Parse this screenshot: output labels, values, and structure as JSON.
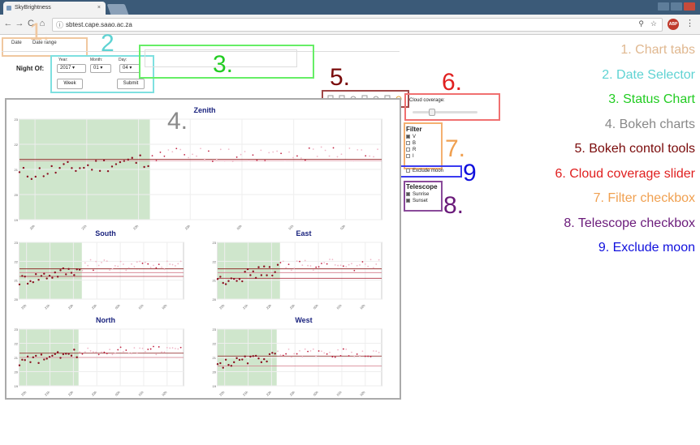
{
  "browser": {
    "tab_title": "SkyBrightness",
    "tab_close": "×",
    "url": "sbtest.cape.saao.ac.za",
    "back_icon": "←",
    "forward_icon": "→",
    "reload_icon": "C",
    "home_icon": "⌂",
    "info_icon": "ⓘ",
    "zoom_icon": "⚲",
    "star_icon": "☆",
    "extension_label": "ABP",
    "menu_icon": "⋮"
  },
  "chart_tabs": [
    "Date",
    "Date range"
  ],
  "date_selector": {
    "night_of_label": "Night Of:",
    "year_label": "Year:",
    "year_value": "2017",
    "month_label": "Month:",
    "month_value": "01",
    "day_label": "Day:",
    "day_value": "04",
    "week_button": "Week",
    "submit_button": "Submit"
  },
  "cloud_coverage_label": "Cloud coverage:",
  "cloud_coverage_value": 0.3,
  "filter": {
    "title": "Filter",
    "options": [
      {
        "label": "V",
        "checked": true
      },
      {
        "label": "B",
        "checked": false
      },
      {
        "label": "R",
        "checked": false
      },
      {
        "label": "I",
        "checked": false
      }
    ],
    "exclude_moon_label": "Exclude moon"
  },
  "telescope": {
    "title": "Telescope",
    "options": [
      {
        "label": "Sunrise",
        "checked": true
      },
      {
        "label": "Sunset",
        "checked": true
      }
    ]
  },
  "annotations": {
    "n1": "1.",
    "n2": "2",
    "n3": "3.",
    "n4": "4.",
    "n5": "5.",
    "n6": "6.",
    "n7": "7.",
    "n8": "8.",
    "n9": "9"
  },
  "legend": [
    {
      "text": "1. Chart tabs",
      "color": "#e0b890"
    },
    {
      "text": "2. Date Selector",
      "color": "#5fd3d3"
    },
    {
      "text": "3. Status Chart",
      "color": "#22cc22"
    },
    {
      "text": "4. Bokeh charts",
      "color": "#888888"
    },
    {
      "text": "5. Bokeh contol tools",
      "color": "#7a0a0a"
    },
    {
      "text": "6. Cloud coverage slider",
      "color": "#e02020"
    },
    {
      "text": "7. Filter checkbox",
      "color": "#f0a050"
    },
    {
      "text": "8. Telescope checkbox",
      "color": "#6a1a7a"
    },
    {
      "text": "9. Exclude moon",
      "color": "#1010dd"
    }
  ],
  "chart_data": [
    {
      "type": "scatter",
      "title": "Zenith",
      "ylim": [
        19,
        23
      ],
      "yticks": [
        19,
        20,
        21,
        22,
        23
      ],
      "xticks": [
        "20h",
        "21h",
        "22h",
        "23h",
        "00h",
        "01h",
        "02h"
      ],
      "shade": [
        0,
        0.36
      ],
      "hlines": [
        21.4,
        21.35
      ]
    },
    {
      "type": "scatter",
      "title": "South",
      "ylim": [
        20,
        23
      ],
      "yticks": [
        20,
        21,
        22,
        23
      ],
      "xticks": [
        "20h",
        "21h",
        "22h",
        "23h",
        "00h",
        "01h",
        "02h"
      ],
      "shade": [
        0,
        0.38
      ],
      "hlines": [
        21.6,
        21.4,
        21.2
      ]
    },
    {
      "type": "scatter",
      "title": "East",
      "ylim": [
        20,
        23
      ],
      "yticks": [
        20,
        21,
        22,
        23
      ],
      "xticks": [
        "20h",
        "21h",
        "22h",
        "23h",
        "00h",
        "01h",
        "02h"
      ],
      "shade": [
        0,
        0.38
      ],
      "hlines": [
        21.6,
        21.4,
        21.1
      ]
    },
    {
      "type": "scatter",
      "title": "North",
      "ylim": [
        19,
        23
      ],
      "yticks": [
        19,
        20,
        21,
        22,
        23
      ],
      "xticks": [
        "20h",
        "21h",
        "22h",
        "23h",
        "00h",
        "01h",
        "02h"
      ],
      "shade": [
        0,
        0.36
      ],
      "hlines": [
        21.3,
        21.0
      ]
    },
    {
      "type": "scatter",
      "title": "West",
      "ylim": [
        19,
        23
      ],
      "yticks": [
        19,
        20,
        21,
        22,
        23
      ],
      "xticks": [
        "20h",
        "21h",
        "22h",
        "23h",
        "00h",
        "01h",
        "02h"
      ],
      "shade": [
        0,
        0.36
      ],
      "hlines": [
        21.1,
        20.4
      ]
    }
  ]
}
